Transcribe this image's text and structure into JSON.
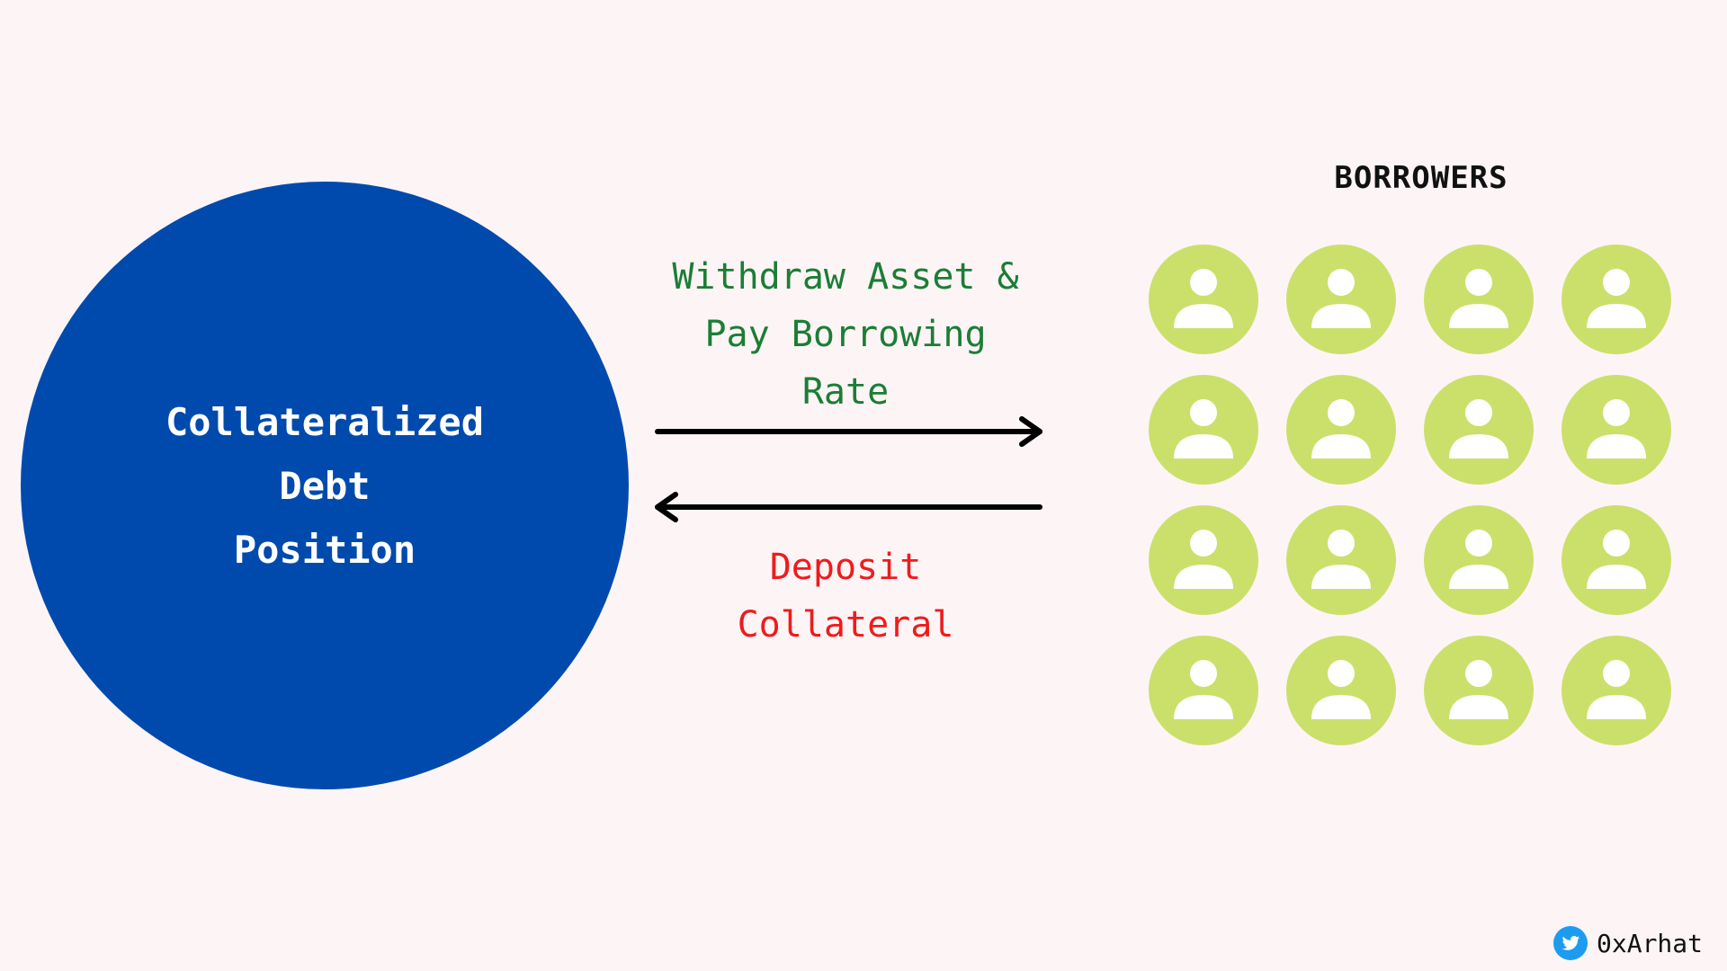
{
  "colors": {
    "background": "#fdf4f6",
    "cdp_circle": "#004aad",
    "borrower_icon": "#cbe06a",
    "withdraw_text": "#1a7e34",
    "deposit_text": "#ee1c1c",
    "arrow": "#000000",
    "twitter_blue": "#1d9bf0"
  },
  "cdp": {
    "lines": [
      "Collateralized",
      "Debt",
      "Position"
    ]
  },
  "flows": {
    "withdraw": {
      "lines": [
        "Withdraw Asset &",
        "Pay Borrowing",
        "Rate"
      ],
      "direction": "right"
    },
    "deposit": {
      "lines": [
        "Deposit",
        "Collateral"
      ],
      "direction": "left"
    }
  },
  "borrowers": {
    "title": "BORROWERS",
    "rows": 4,
    "columns": 4,
    "icon": "user-icon"
  },
  "credit": {
    "icon": "twitter-icon",
    "handle": "0xArhat"
  }
}
